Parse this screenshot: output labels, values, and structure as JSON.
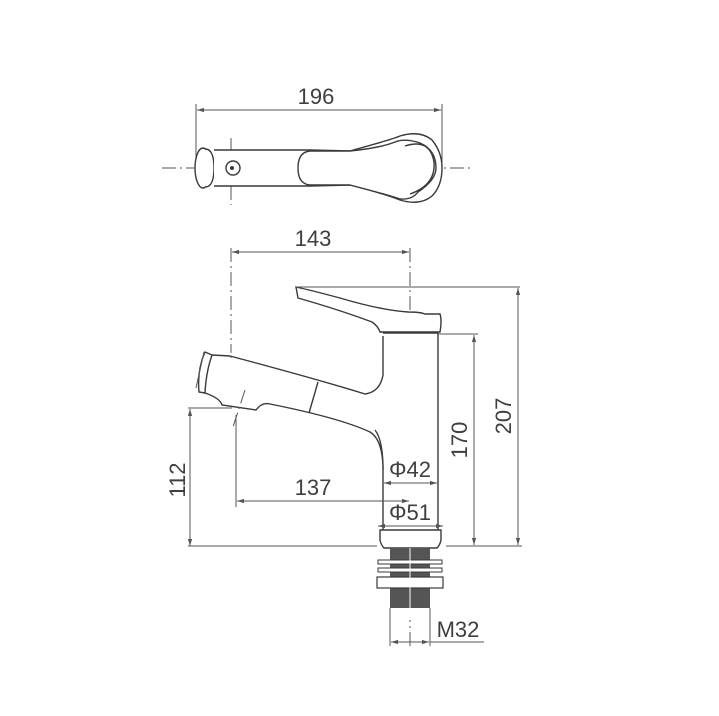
{
  "drawing": {
    "title": "Pull-out basin faucet dimension drawing",
    "units": "mm",
    "colors": {
      "line": "#3a3a3a",
      "text": "#3f3f3f",
      "thread": "#555555"
    },
    "top_view": {
      "overall_length": "196"
    },
    "front_view": {
      "spout_reach_to_handle": "143",
      "spout_reach": "137",
      "spout_height": "112",
      "body_height": "170",
      "overall_height": "207",
      "body_diameter": "Φ42",
      "base_diameter": "Φ51",
      "thread": "M32"
    }
  }
}
